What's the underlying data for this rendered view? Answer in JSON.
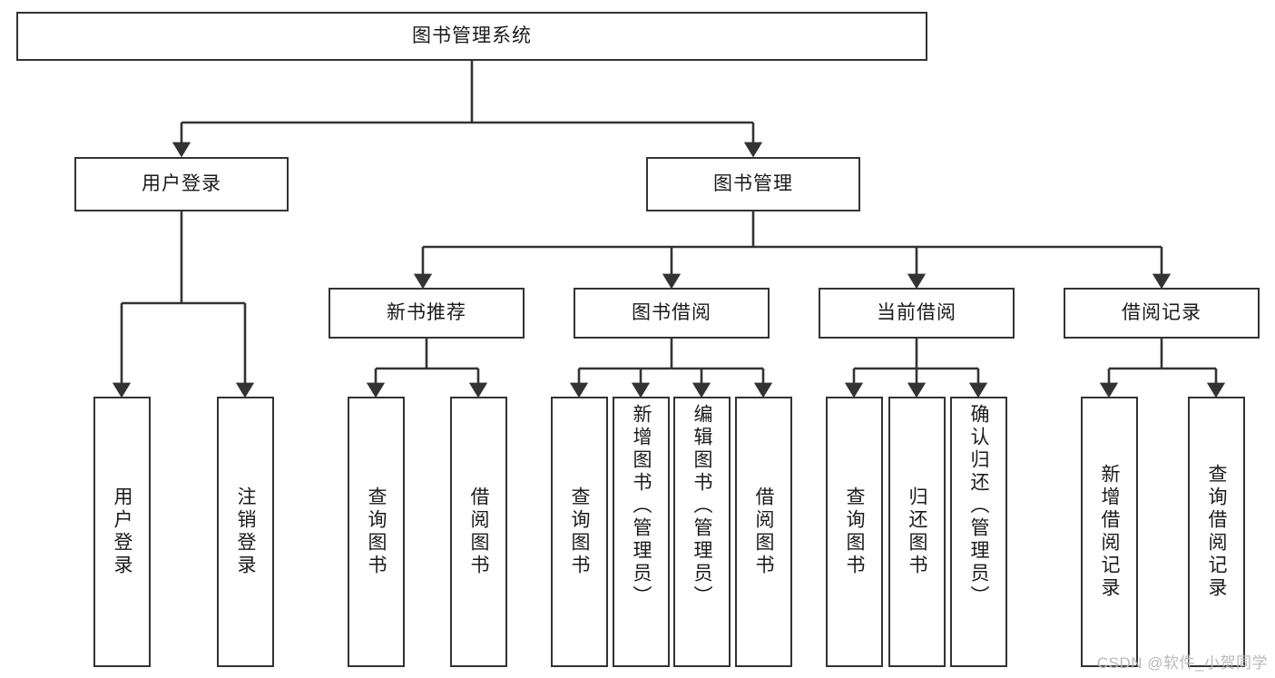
{
  "diagram": {
    "type": "tree-hierarchy",
    "title": "图书管理系统",
    "watermark": "CSDN @软件_小贺同学",
    "colors": {
      "box_border": "#333333",
      "box_fill": "#ffffff",
      "connector": "#333333",
      "text": "#1a1a1a",
      "watermark": "#b8b8b8"
    },
    "nodes": {
      "root": {
        "label": "图书管理系统",
        "level": 0,
        "orientation": "horizontal"
      },
      "user_login": {
        "label": "用户登录",
        "level": 1,
        "orientation": "horizontal"
      },
      "book_manage": {
        "label": "图书管理",
        "level": 1,
        "orientation": "horizontal"
      },
      "new_book_rec": {
        "label": "新书推荐",
        "level": 2,
        "orientation": "horizontal"
      },
      "book_borrow": {
        "label": "图书借阅",
        "level": 2,
        "orientation": "horizontal"
      },
      "current_borrow": {
        "label": "当前借阅",
        "level": 2,
        "orientation": "horizontal"
      },
      "borrow_record": {
        "label": "借阅记录",
        "level": 2,
        "orientation": "horizontal"
      },
      "leaf_user_login": {
        "label": "用户登录",
        "level": 3,
        "orientation": "vertical"
      },
      "leaf_user_logout": {
        "label": "注销登录",
        "level": 3,
        "orientation": "vertical"
      },
      "leaf_rec_query": {
        "label": "查询图书",
        "level": 3,
        "orientation": "vertical"
      },
      "leaf_rec_borrow": {
        "label": "借阅图书",
        "level": 3,
        "orientation": "vertical"
      },
      "leaf_borrow_query": {
        "label": "查询图书",
        "level": 3,
        "orientation": "vertical"
      },
      "leaf_borrow_add": {
        "label": "新增图书（管理员）",
        "level": 3,
        "orientation": "vertical"
      },
      "leaf_borrow_edit": {
        "label": "编辑图书（管理员）",
        "level": 3,
        "orientation": "vertical"
      },
      "leaf_borrow_do": {
        "label": "借阅图书",
        "level": 3,
        "orientation": "vertical"
      },
      "leaf_cur_query": {
        "label": "查询图书",
        "level": 3,
        "orientation": "vertical"
      },
      "leaf_cur_return": {
        "label": "归还图书",
        "level": 3,
        "orientation": "vertical"
      },
      "leaf_cur_confirm": {
        "label": "确认归还（管理员）",
        "level": 3,
        "orientation": "vertical"
      },
      "leaf_rec_add": {
        "label": "新增借阅记录",
        "level": 3,
        "orientation": "vertical"
      },
      "leaf_rec_search": {
        "label": "查询借阅记录",
        "level": 3,
        "orientation": "vertical"
      }
    },
    "edges": [
      {
        "from": "root",
        "to": "user_login"
      },
      {
        "from": "root",
        "to": "book_manage"
      },
      {
        "from": "user_login",
        "to": "leaf_user_login"
      },
      {
        "from": "user_login",
        "to": "leaf_user_logout"
      },
      {
        "from": "book_manage",
        "to": "new_book_rec"
      },
      {
        "from": "book_manage",
        "to": "book_borrow"
      },
      {
        "from": "book_manage",
        "to": "current_borrow"
      },
      {
        "from": "book_manage",
        "to": "borrow_record"
      },
      {
        "from": "new_book_rec",
        "to": "leaf_rec_query"
      },
      {
        "from": "new_book_rec",
        "to": "leaf_rec_borrow"
      },
      {
        "from": "book_borrow",
        "to": "leaf_borrow_query"
      },
      {
        "from": "book_borrow",
        "to": "leaf_borrow_add"
      },
      {
        "from": "book_borrow",
        "to": "leaf_borrow_edit"
      },
      {
        "from": "book_borrow",
        "to": "leaf_borrow_do"
      },
      {
        "from": "current_borrow",
        "to": "leaf_cur_query"
      },
      {
        "from": "current_borrow",
        "to": "leaf_cur_return"
      },
      {
        "from": "current_borrow",
        "to": "leaf_cur_confirm"
      },
      {
        "from": "borrow_record",
        "to": "leaf_rec_add"
      },
      {
        "from": "borrow_record",
        "to": "leaf_rec_search"
      }
    ]
  }
}
